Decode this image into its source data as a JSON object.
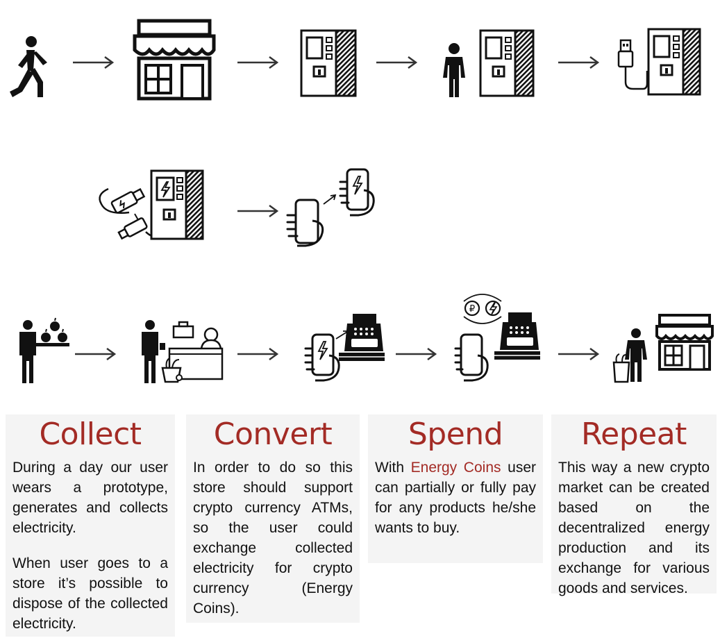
{
  "colors": {
    "accent": "#a32b25",
    "ink": "#111111",
    "panel_bg": "#f4f4f4"
  },
  "icons_row1": [
    "walking-person-icon",
    "store-icon",
    "crypto-atm-icon",
    "person-at-atm-icon",
    "usb-atm-icon"
  ],
  "icons_row2": [
    "usb-charging-atm-icon",
    "phones-transfer-icon"
  ],
  "icons_row3": [
    "person-with-groceries-icon",
    "checkout-counter-icon",
    "phone-to-register-icon",
    "coin-exchange-register-icon",
    "shopper-at-store-icon"
  ],
  "steps": [
    {
      "title": "Collect",
      "paragraphs": [
        "During a day our user wears a prototype, generates and collects electricity.",
        "When user goes to a store it’s possible to dispose of the collected electricity."
      ]
    },
    {
      "title": "Convert",
      "paragraphs": [
        "In order to do so this store should support crypto currency ATMs, so the user could exchange collected electricity for crypto currency (Energy Coins)."
      ]
    },
    {
      "title": "Spend",
      "intro": "With",
      "highlight": "Energy Coins",
      "rest": "user can partially or fully pay for any products he/she wants to buy."
    },
    {
      "title": "Repeat",
      "paragraphs": [
        "This way a new crypto market can be created based on the decentralized energy production and its exchange for various goods and services."
      ]
    }
  ]
}
